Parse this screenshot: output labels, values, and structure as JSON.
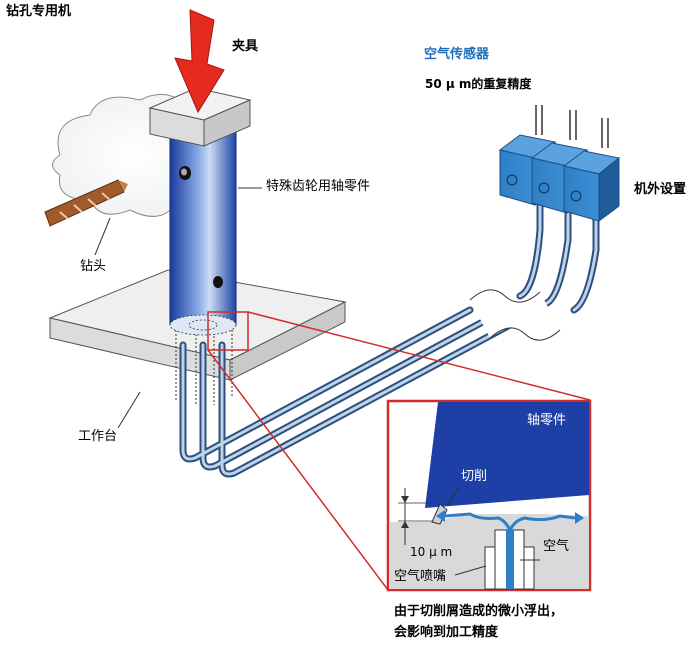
{
  "title": "钻孔专用机",
  "labels": {
    "clamp": "夹具",
    "air_sensor": "空气传感器",
    "precision": "50 µ m的重复精度",
    "external_install": "机外设置",
    "special_part": "特殊齿轮用轴零件",
    "drill": "钻头",
    "workbench": "工作台"
  },
  "inset": {
    "shaft_part": "轴零件",
    "cutting": "切削",
    "gap": "10 µ m",
    "air": "空气",
    "nozzle": "空气喷嘴"
  },
  "caption": {
    "line1": "由于切削屑造成的微小浮出，",
    "line2": "会影响到加工精度"
  },
  "colors": {
    "arrow_red": "#e52b1f",
    "sensor_blue": "#2f7fc6",
    "shaft_blue": "#1d3fa6",
    "inset_border": "#d22c2c"
  }
}
